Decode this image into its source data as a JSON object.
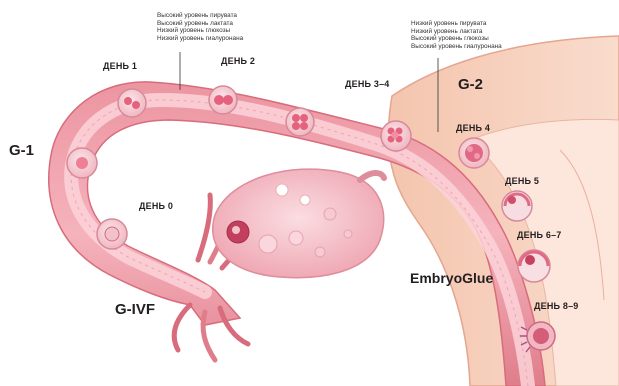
{
  "labels": {
    "g1": "G-1",
    "g2": "G-2",
    "givf": "G-IVF",
    "embryoglue": "EmbryoGlue"
  },
  "days": {
    "d0": "ДЕНЬ 0",
    "d1": "ДЕНЬ 1",
    "d2": "ДЕНЬ 2",
    "d34": "ДЕНЬ 3–4",
    "d4": "ДЕНЬ 4",
    "d5": "ДЕНЬ 5",
    "d67": "ДЕНЬ 6–7",
    "d89": "ДЕНЬ 8–9"
  },
  "notes": {
    "left": [
      "Высокий уровень пирувата",
      "Высокий уровень лактата",
      "Низкий уровень глюкозы",
      "Низкий уровень гиалуронана"
    ],
    "right": [
      "Низкий уровень пирувата",
      "Низкий уровень лактата",
      "Высокий уровень глюкозы",
      "Высокий уровень гиалуронана"
    ]
  },
  "colors": {
    "tube_outer": "#e37f8c",
    "tube_inner": "#f2a7b1",
    "lumen": "#f8c5cc",
    "uterus_wall": "#f6c9b6",
    "uterus_cavity": "#fbe3d6",
    "ovary": "#f7c3cb",
    "embryo_zone": "#f7dde1",
    "embryo_cell": "#e6617e"
  }
}
